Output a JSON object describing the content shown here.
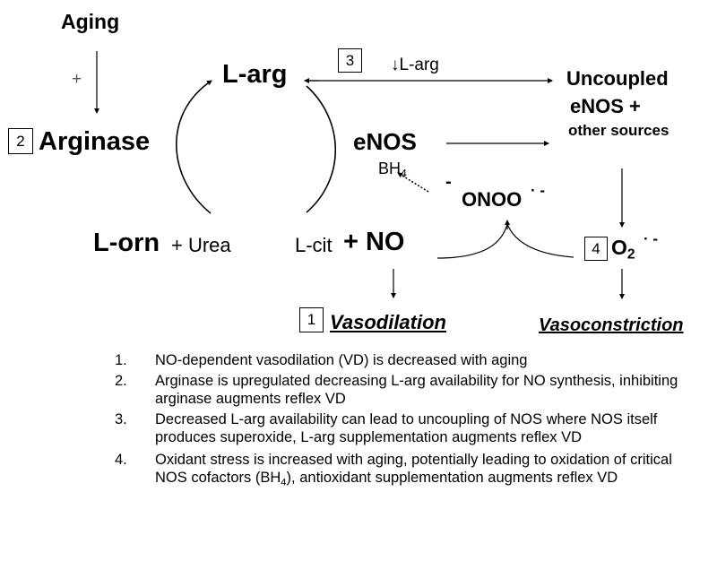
{
  "diagram": {
    "aging": "Aging",
    "plus_sign": "+",
    "arginase": "Arginase",
    "l_arg": "L-arg",
    "l_orn": "L-orn",
    "urea": "+ Urea",
    "l_cit": "L-cit",
    "plus_no": "+ NO",
    "enos": "eNOS",
    "bh4": "BH",
    "bh4_sub": "4",
    "down_l_arg": "↓L-arg",
    "uncoupled_line1": "Uncoupled",
    "uncoupled_line2": "eNOS +",
    "other_sources": "other sources",
    "minus_sign": "-",
    "onoo": "ONOO",
    "onoo_charge": "· -",
    "o2": "O",
    "o2_sub": "2",
    "o2_charge": "· -",
    "vasodilation": "Vasodilation",
    "vasoconstriction": "Vasoconstriction",
    "markers": [
      "1",
      "2",
      "3",
      "4"
    ]
  },
  "legend": [
    {
      "num": "1.",
      "text": "NO-dependent vasodilation (VD) is decreased with aging"
    },
    {
      "num": "2.",
      "text": "Arginase is upregulated decreasing L-arg availability for NO synthesis, inhibiting arginase augments reflex VD"
    },
    {
      "num": "3.",
      "text": "Decreased L-arg availability can lead to uncoupling of NOS where NOS itself produces superoxide, L-arg supplementation augments reflex VD"
    },
    {
      "num": "4.",
      "text": "Oxidant stress is increased with aging, potentially leading to oxidation of critical NOS cofactors (BH",
      "sub": "4",
      "text_after": "), antioxidant supplementation augments reflex VD"
    }
  ]
}
